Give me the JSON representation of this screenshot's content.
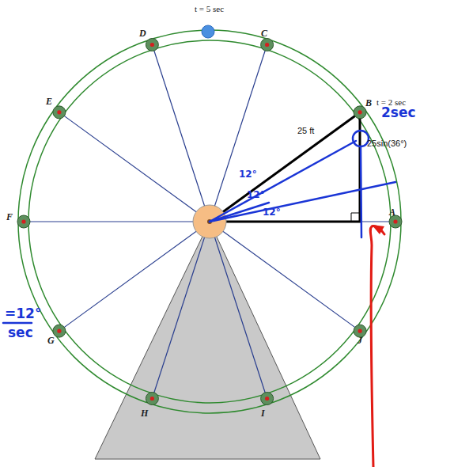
{
  "diagram": {
    "labels": [
      "t = 5 sec",
      "D",
      "C",
      "E",
      "B",
      "t = 2 sec",
      "2sec",
      "25 ft",
      "25sin(36°)",
      "12°",
      "12°",
      "12°",
      "F",
      "A",
      "=12°",
      "sec",
      "G",
      "J",
      "H",
      "I"
    ]
  }
}
